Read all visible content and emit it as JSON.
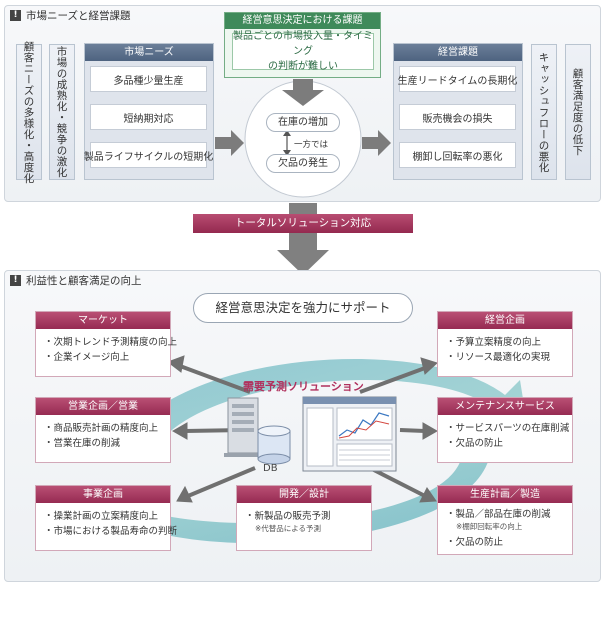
{
  "top_section": {
    "title": "市場ニーズと経営課題",
    "left_verticals": [
      "顧客ニーズの多様化・高度化",
      "市場の成熟化・競争の激化"
    ],
    "market_needs": {
      "header": "市場ニーズ",
      "items": [
        "多品種少量生産",
        "短納期対応",
        "製品ライフサイクルの短期化"
      ]
    },
    "decision_issue": {
      "header": "経営意思決定における課題",
      "text_line1": "製品ごとの市場投入量・タイミング",
      "text_line2": "の判断が難しい"
    },
    "center": {
      "top": "在庫の増加",
      "middle": "一方では",
      "bottom": "欠品の発生"
    },
    "management_issues": {
      "header": "経営課題",
      "items": [
        "生産リードタイムの長期化",
        "販売機会の損失",
        "棚卸し回転率の悪化"
      ]
    },
    "right_verticals": [
      "キャッシュフローの悪化",
      "顧客満足度の低下"
    ]
  },
  "band": {
    "label": "トータルソリューション対応"
  },
  "bottom_section": {
    "title": "利益性と顧客満足の向上",
    "center_title": "経営意思決定を強力にサポート",
    "core_label": "需要予測ソリューション",
    "db_label": "DB",
    "cards": {
      "marketing": {
        "title": "マーケット",
        "lines": [
          "・次期トレンド予測精度の向上",
          "・企業イメージ向上"
        ]
      },
      "sales": {
        "title": "営業企画／営業",
        "lines": [
          "・商品販売計画の精度向上",
          "・営業在庫の削減"
        ]
      },
      "business": {
        "title": "事業企画",
        "lines": [
          "・操業計画の立案精度向上",
          "・市場における製品寿命の判断"
        ]
      },
      "development": {
        "title": "開発／設計",
        "line": "・新製品の販売予測",
        "sub": "※代替品による予測"
      },
      "management": {
        "title": "経営企画",
        "lines": [
          "・予算立案精度の向上",
          "・リソース最適化の実現"
        ]
      },
      "maintenance": {
        "title": "メンテナンスサービス",
        "lines": [
          "・サービスパーツの在庫削減",
          "・欠品の防止"
        ]
      },
      "production": {
        "title": "生産計画／製造",
        "line1": "・製品／部品在庫の削減",
        "sub": "※棚卸回転率の向上",
        "line2": "・欠品の防止"
      }
    }
  },
  "colors": {
    "accent_magenta": "#a23a60",
    "accent_green": "#3f8a5a",
    "arrow_gray": "#7c7c7c",
    "cycle_teal": "#8fc9c8"
  }
}
